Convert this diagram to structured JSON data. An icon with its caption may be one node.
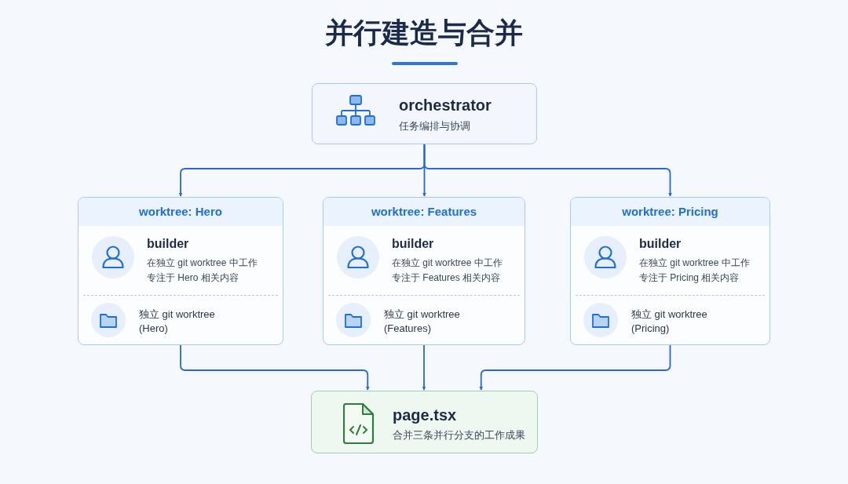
{
  "diagram": {
    "title": "并行建造与合并",
    "nodes": [
      {
        "text": [
          "orchestrator",
          "任务编排与协调"
        ]
      },
      {
        "text": [
          "worktree: Hero",
          "builder",
          "在独立 git worktree 中工作",
          "专注于 Hero 相关内容",
          "独立 git worktree (Hero)"
        ]
      },
      {
        "text": [
          "worktree: Features",
          "builder",
          "在独立 git worktree 中工作",
          "专注于 Features 相关内容",
          "独立 git worktree (Features)"
        ]
      },
      {
        "text": [
          "worktree: Pricing",
          "builder",
          "在独立 git worktree 中工作",
          "专注于 Pricing 相关内容",
          "独立 git worktree (Pricing)"
        ]
      },
      {
        "text": [
          "page.tsx",
          "合并三条并行分支的工作成果"
        ]
      }
    ],
    "edges": [
      {
        "from": 0,
        "to": 1,
        "arrow": "to"
      },
      {
        "from": 0,
        "to": 2,
        "arrow": "to"
      },
      {
        "from": 0,
        "to": 3,
        "arrow": "to"
      },
      {
        "from": 1,
        "to": 4,
        "arrow": "to"
      },
      {
        "from": 2,
        "to": 4,
        "arrow": "to"
      },
      {
        "from": 3,
        "to": 4,
        "arrow": "to"
      }
    ]
  }
}
